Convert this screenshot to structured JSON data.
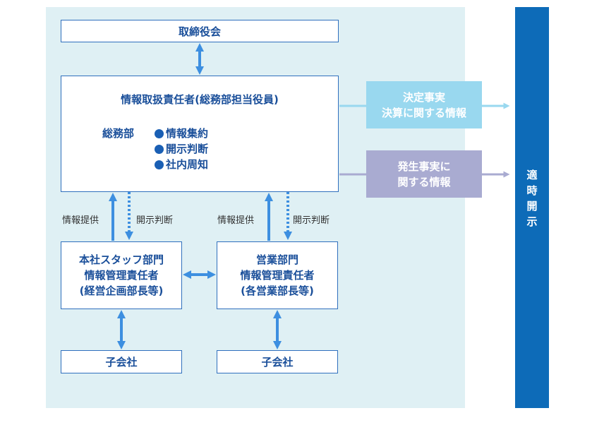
{
  "disclosure": {
    "label": "適時開示"
  },
  "board": {
    "label": "取締役会"
  },
  "officer": {
    "title": "情報取扱責任者(総務部担当役員)",
    "dept_label": "総務部",
    "duties": [
      "情報集約",
      "開示判断",
      "社内周知"
    ]
  },
  "callouts": {
    "decided": {
      "line1": "決定事実",
      "line2": "決算に関する情報"
    },
    "occurred": {
      "line1": "発生事実に",
      "line2": "関する情報"
    }
  },
  "flow_labels": {
    "info_provide_left": "情報提供",
    "disclosure_judge_left": "開示判断",
    "info_provide_right": "情報提供",
    "disclosure_judge_right": "開示判断"
  },
  "hq_staff": {
    "line1": "本社スタッフ部門",
    "line2": "情報管理責任者",
    "line3": "(経営企画部長等)"
  },
  "sales": {
    "line1": "営業部門",
    "line2": "情報管理責任者",
    "line3": "(各営業部長等)"
  },
  "subsidiary_left": {
    "label": "子会社"
  },
  "subsidiary_right": {
    "label": "子会社"
  },
  "colors": {
    "panel": "#dff0f4",
    "disclosure_bar": "#0d6bb8",
    "box_border": "#2f6fbd",
    "box_text": "#1a4f9a",
    "arrow": "#3d8fe0",
    "callout_cyan": "#99d8ef",
    "callout_purple": "#a9abd1"
  }
}
